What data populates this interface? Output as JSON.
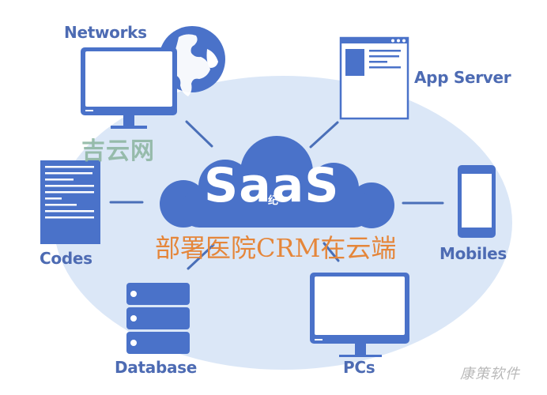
{
  "diagram": {
    "center": {
      "title": "SaaS",
      "overlay_small_text": "纪",
      "caption": "部署医院CRM在云端"
    },
    "nodes": [
      {
        "id": "networks",
        "label": "Networks",
        "icon": "monitor-with-globe-icon"
      },
      {
        "id": "app_server",
        "label": "App Server",
        "icon": "browser-window-icon"
      },
      {
        "id": "codes",
        "label": "Codes",
        "icon": "code-document-icon"
      },
      {
        "id": "mobiles",
        "label": "Mobiles",
        "icon": "smartphone-icon"
      },
      {
        "id": "database",
        "label": "Database",
        "icon": "database-server-icon"
      },
      {
        "id": "pcs",
        "label": "PCs",
        "icon": "desktop-monitor-icon"
      }
    ],
    "watermarks": {
      "top_left": "吉云网",
      "bottom_right": "康策软件"
    },
    "colors": {
      "primary_blue": "#4a72c9",
      "label_blue": "#4d6bb3",
      "background_ellipse": "#dbe7f7",
      "caption_orange": "#e5863a",
      "watermark_green": "#8fb7a3",
      "watermark_gray": "#b9b9b9"
    }
  }
}
